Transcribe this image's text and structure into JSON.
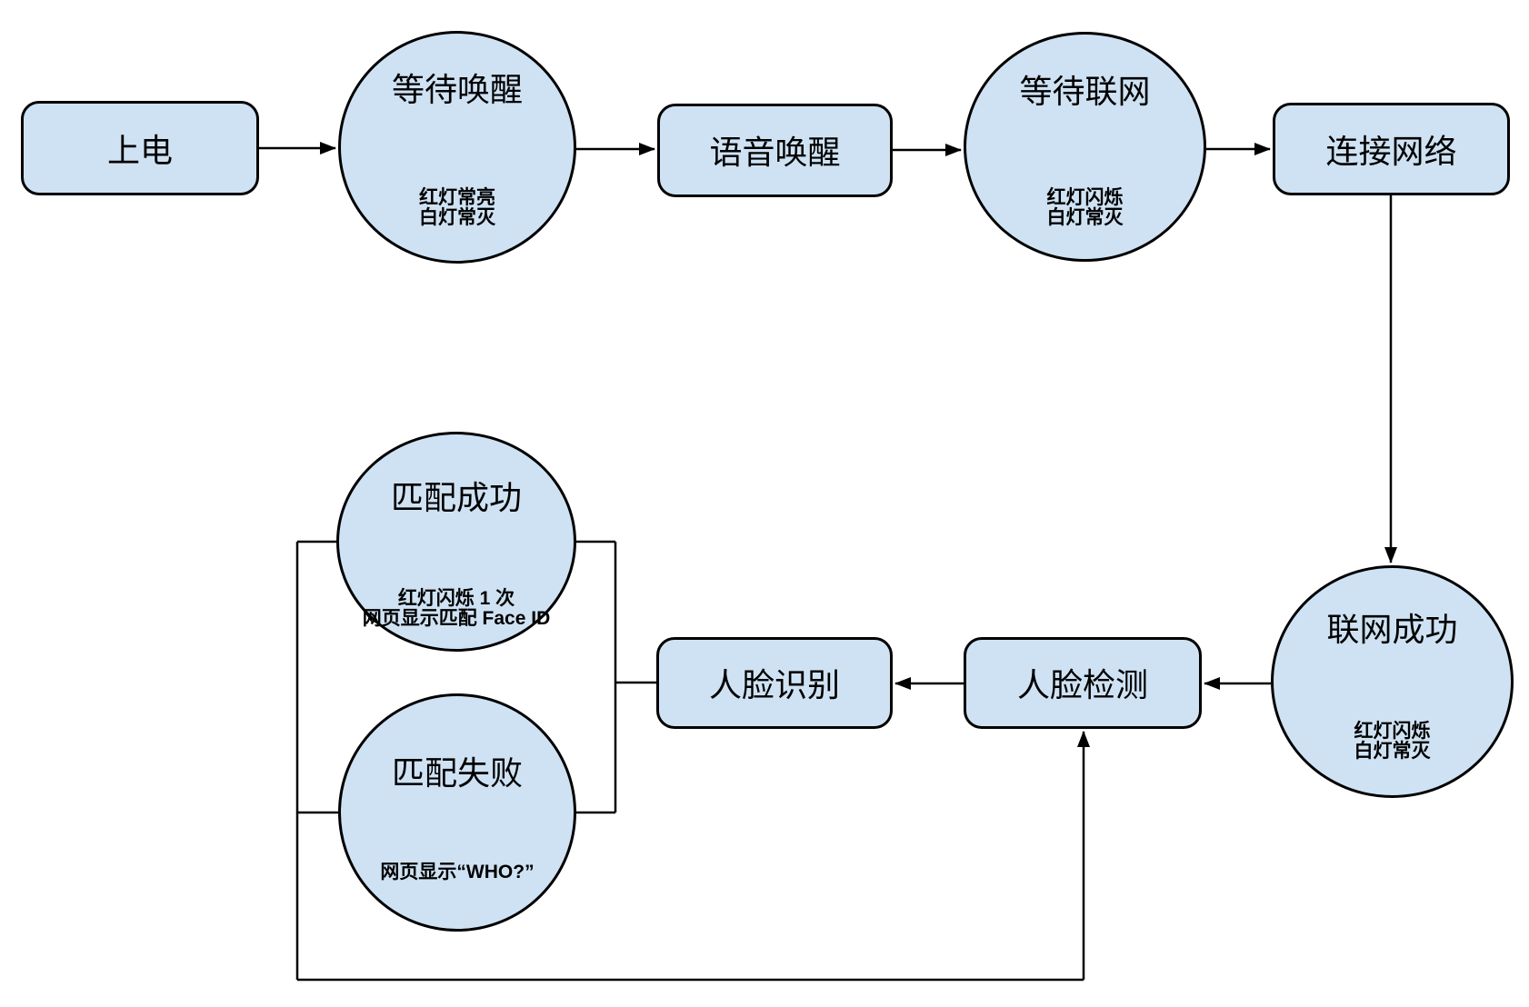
{
  "colors": {
    "node_fill": "#cfe2f3",
    "node_border": "#000000",
    "line": "#000000",
    "background": "#ffffff"
  },
  "nodes": {
    "power_on": {
      "label": "上电"
    },
    "wait_wake": {
      "label": "等待唤醒",
      "sub1": "红灯常亮",
      "sub2": "白灯常灭"
    },
    "voice_wake": {
      "label": "语音唤醒"
    },
    "wait_network": {
      "label": "等待联网",
      "sub1": "红灯闪烁",
      "sub2": "白灯常灭"
    },
    "connect_network": {
      "label": "连接网络"
    },
    "network_success": {
      "label": "联网成功",
      "sub1": "红灯闪烁",
      "sub2": "白灯常灭"
    },
    "face_detect": {
      "label": "人脸检测"
    },
    "face_recognize": {
      "label": "人脸识别"
    },
    "match_success": {
      "label": "匹配成功",
      "sub1": "红灯闪烁 1 次",
      "sub2": "网页显示匹配 Face ID"
    },
    "match_fail": {
      "label": "匹配失败",
      "sub1": "网页显示“WHO?”"
    }
  },
  "edges": [
    {
      "from": "上电",
      "to": "等待唤醒",
      "arrow": true
    },
    {
      "from": "等待唤醒",
      "to": "语音唤醒",
      "arrow": true
    },
    {
      "from": "语音唤醒",
      "to": "等待联网",
      "arrow": true
    },
    {
      "from": "等待联网",
      "to": "连接网络",
      "arrow": true
    },
    {
      "from": "连接网络",
      "to": "联网成功",
      "arrow": true
    },
    {
      "from": "联网成功",
      "to": "人脸检测",
      "arrow": true
    },
    {
      "from": "人脸检测",
      "to": "人脸识别",
      "arrow": true
    },
    {
      "from": "人脸识别",
      "to": "匹配成功",
      "arrow": false
    },
    {
      "from": "人脸识别",
      "to": "匹配失败",
      "arrow": false
    },
    {
      "from": "匹配成功",
      "to": "人脸检测",
      "arrow": true
    },
    {
      "from": "匹配失败",
      "to": "人脸检测",
      "arrow": true
    }
  ]
}
